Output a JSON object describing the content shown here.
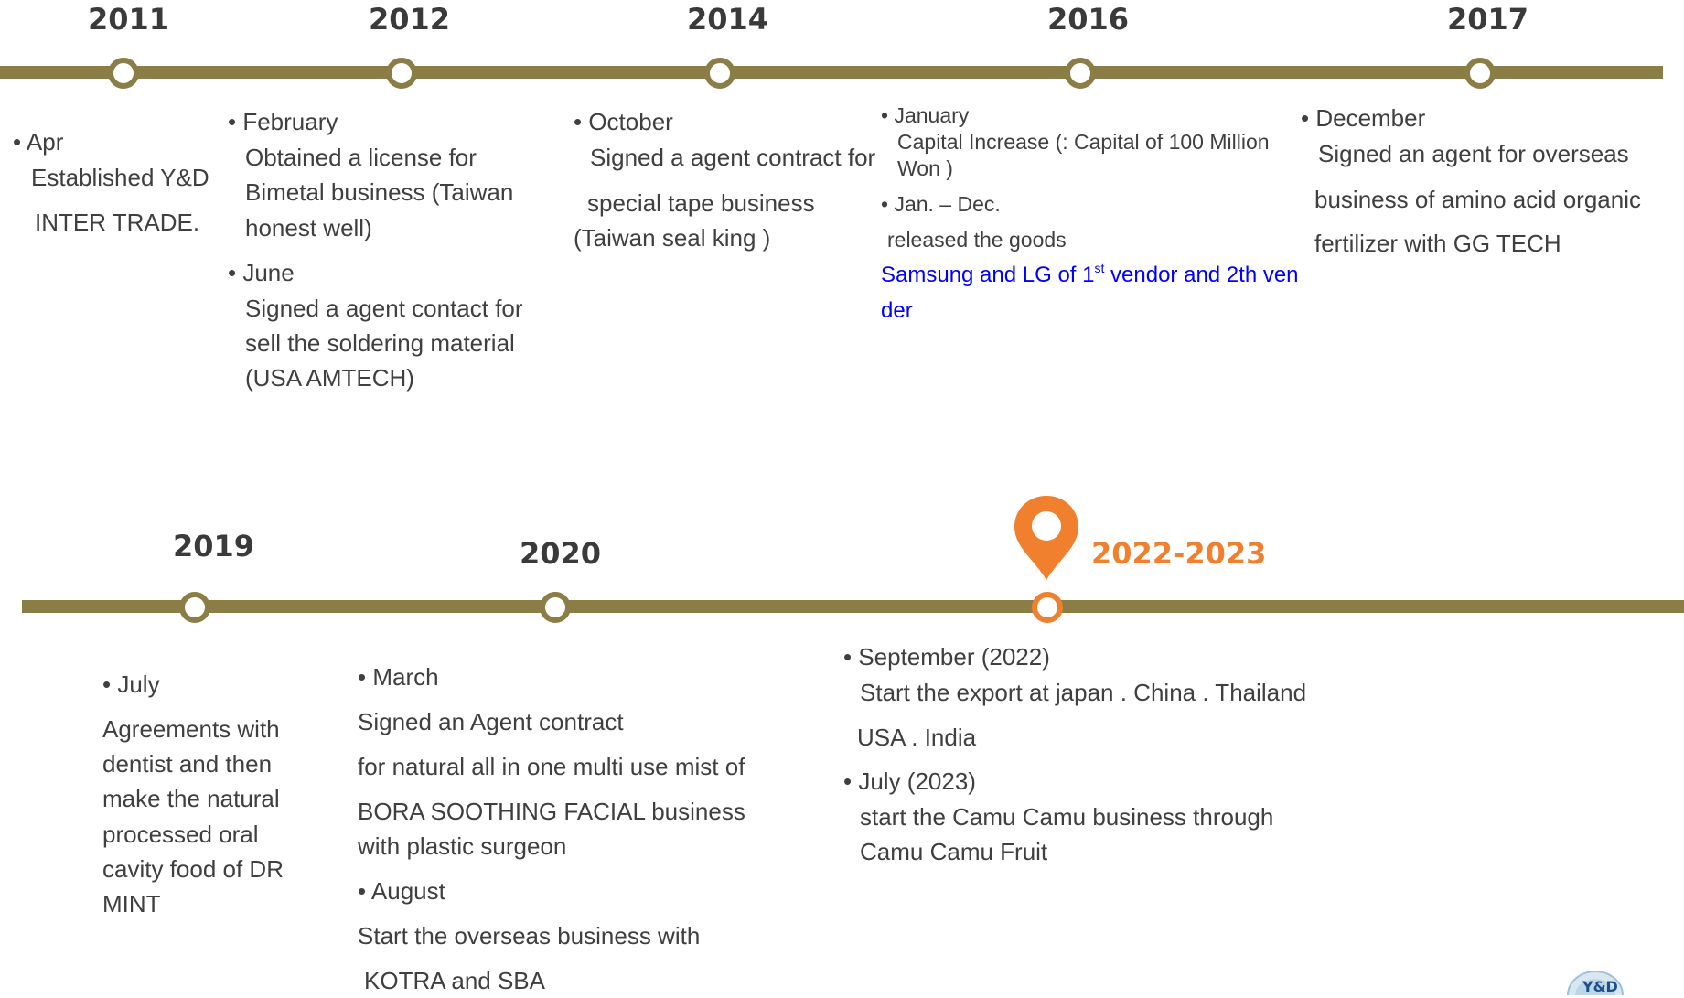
{
  "top_timeline": {
    "milestones": [
      {
        "year": "2011",
        "lines": [
          "• Apr",
          "Established Y&D",
          "INTER TRADE."
        ]
      },
      {
        "year": "2012",
        "lines": [
          "• February",
          "Obtained a license for",
          "Bimetal business (Taiwan",
          "honest well)",
          "• June",
          "Signed a agent contact for",
          "sell the soldering material",
          "(USA AMTECH)"
        ]
      },
      {
        "year": "2014",
        "lines": [
          "• October",
          "Signed a agent contract for",
          "special tape business",
          "(Taiwan seal king )"
        ]
      },
      {
        "year": "2016",
        "lines": [
          "• January",
          "Capital Increase (: Capital of 100 Million",
          "Won )",
          "• Jan. – Dec.",
          "released the goods"
        ],
        "highlight": {
          "prefix": "Samsung and LG of 1",
          "sup": "st",
          "suffix": " vendor and 2th ven",
          "line2": "der"
        }
      },
      {
        "year": "2017",
        "lines": [
          "• December",
          "Signed an agent for overseas",
          "business of amino acid organic",
          "fertilizer with GG TECH"
        ]
      }
    ]
  },
  "bottom_timeline": {
    "milestones": [
      {
        "year": "2019",
        "lines": [
          "• July",
          "Agreements with",
          "dentist and then",
          "make the natural",
          "processed oral",
          "cavity food of DR",
          "MINT"
        ]
      },
      {
        "year": "2020",
        "lines": [
          "• March",
          "Signed an Agent contract",
          "for natural all in one multi use mist  of",
          "BORA SOOTHING FACIAL  business",
          "with plastic surgeon",
          "• August",
          "Start the overseas business with",
          "KOTRA and SBA"
        ]
      },
      {
        "year": "2022-2023",
        "current": true,
        "lines": [
          "• September (2022)",
          "Start the export at japan . China . Thailand",
          "USA . India",
          "• July (2023)",
          "start the Camu Camu business through",
          "Camu Camu Fruit"
        ]
      }
    ]
  },
  "colors": {
    "track": "#8a7d45",
    "current": "#f07f2e",
    "highlight": "#0000ff"
  },
  "icons": {
    "current_marker": "location-pin-icon",
    "logo": "company-logo"
  },
  "logo_text": "Y&D"
}
